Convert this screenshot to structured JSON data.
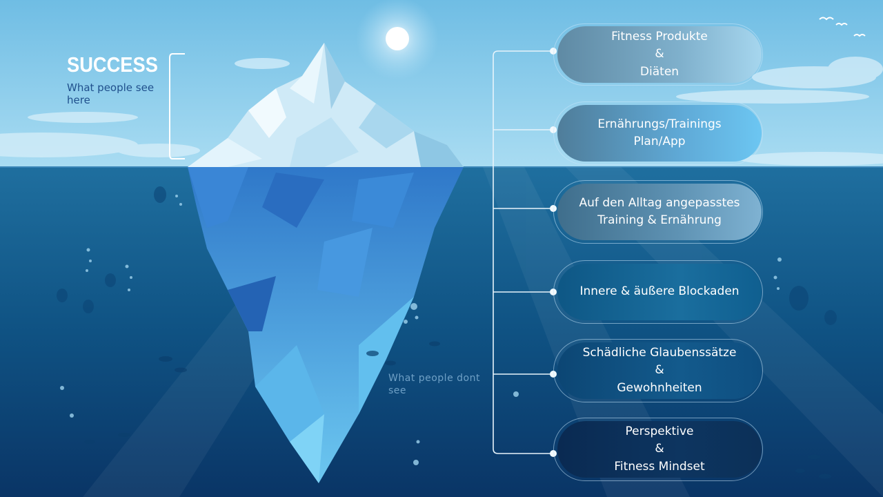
{
  "above": {
    "heading": "SUCCESS",
    "subtitle": "What people see here"
  },
  "below": {
    "subtitle": "What people dont see"
  },
  "layers": [
    {
      "lines": [
        "Fitness Produkte",
        "&",
        "Diäten"
      ]
    },
    {
      "lines": [
        "Ernährungs/Trainings",
        "Plan/App"
      ]
    },
    {
      "lines": [
        "Auf den Alltag angepasstes",
        "Training & Ernährung"
      ]
    },
    {
      "lines": [
        "Innere & äußere Blockaden"
      ]
    },
    {
      "lines": [
        "Schädliche Glaubenssätze",
        "&",
        "Gewohnheiten"
      ]
    },
    {
      "lines": [
        "Perspektive",
        "&",
        "Fitness Mindset"
      ]
    }
  ],
  "colors": {
    "sky": "#7cc6e8",
    "sea": "#0d4a7a",
    "ice": "#e6f4fb",
    "connector": "#e8f4fb"
  }
}
